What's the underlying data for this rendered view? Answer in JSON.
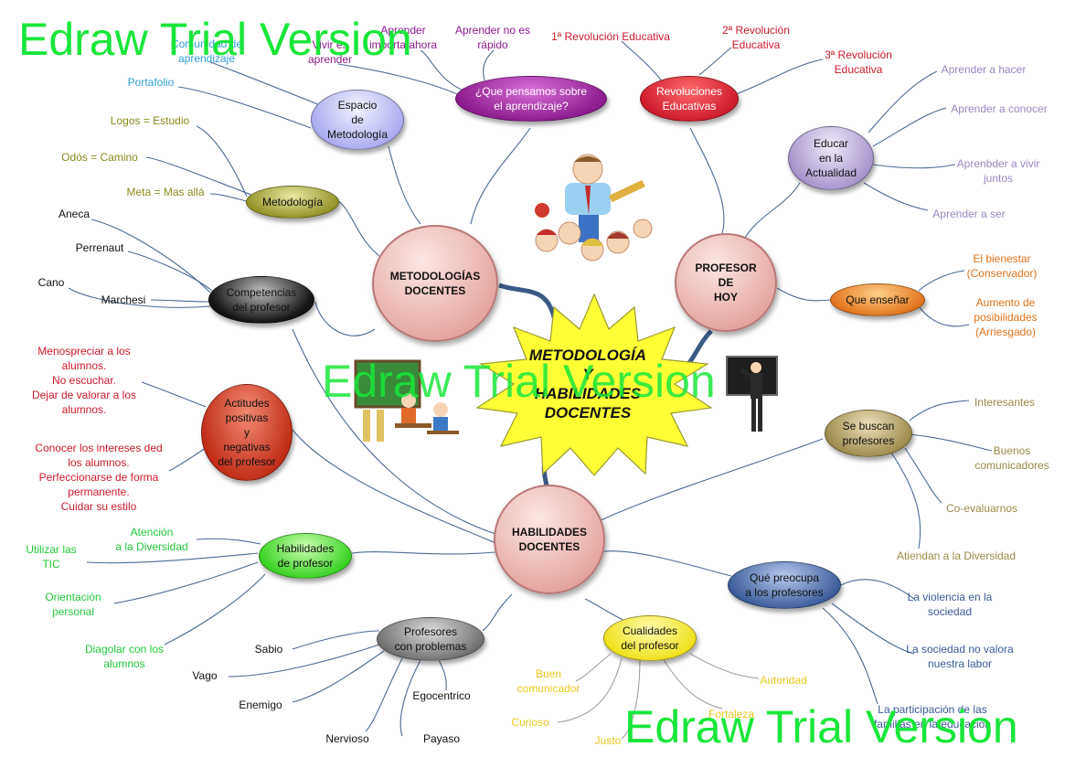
{
  "watermark": "Edraw Trial Version",
  "center": {
    "text": "METODOLOGÍA\nY\nHABILIDADES\nDOCENTES"
  },
  "hubs": {
    "metodologias": "METODOLOGÍAS\nDOCENTES",
    "profesor_hoy": "PROFESOR\nDE\nHOY",
    "habilidades": "HABILIDADES\nDOCENTES"
  },
  "branches": {
    "aprendizaje": "¿Que pensamos sobre\nel aprendizaje?",
    "revoluciones": "Revoluciones\nEducativas",
    "espacio": "Espacio\nde\nMetodología",
    "metodologia": "Metodología",
    "competencias": "Competencias\ndel profesor",
    "actitudes": "Actitudes\npositivas\ny\nnegativas\ndel profesor",
    "habilidades_prof": "Habilidades\nde profesor",
    "problemas": "Profesores\ncon problemas",
    "cualidades": "Cualidades\ndel profesor",
    "preocupa": "Qué preocupa\na los profesores",
    "buscan": "Se buscan\nprofesores",
    "ensenar": "Que enseñar",
    "educar": "Educar\nen la\nActualidad"
  },
  "leaves": {
    "aprendizaje": [
      "Aprender\nimporta ahora",
      "Aprender no es\nrápido",
      "Vivir es\naprender"
    ],
    "revoluciones": [
      "1ª Revolución Educativa",
      "2ª Revolución\nEducativa",
      "3ª Revolución\nEducativa"
    ],
    "espacio": [
      "Comunidad de\naprendizaje",
      "Portafolio"
    ],
    "metodologia": [
      "Logos = Estudio",
      "Odós = Camino",
      "Meta = Mas allá"
    ],
    "competencias": [
      "Aneca",
      "Perrenaut",
      "Cano",
      "Marchesi"
    ],
    "actitudes": [
      "Menospreciar a los\nalumnos.\nNo escuchar.\nDejar de valorar a los\nalumnos.",
      "Conocer los intereses ded\nlos alumnos.\nPerfeccionarse de forma\npermanente.\nCuidar su estilo"
    ],
    "habilidades_prof": [
      "Atención\na la Diversidad",
      "Utilizar las\nTIC",
      "Orientación\npersonal",
      "Diagolar con los\nalumnos"
    ],
    "problemas": [
      "Sabio",
      "Vago",
      "Enemigo",
      "Egocentrico",
      "Nervioso",
      "Payaso"
    ],
    "cualidades": [
      "Buen\ncomunicador",
      "Autoridad",
      "Curioso",
      "Justo",
      "Fortaleza"
    ],
    "preocupa": [
      "La violencia en la\nsociedad",
      "La sociedad no valora\nnuestra labor",
      "La participación de las\nfamilias en la educación"
    ],
    "buscan": [
      "Interesantes",
      "Buenos\ncomunicadores",
      "Co-evaluarnos",
      "Atiendan a la Diversidad"
    ],
    "ensenar": [
      "El bienestar\n(Conservador)",
      "Aumento de\nposibilidades\n(Arriesgado)"
    ],
    "educar": [
      "Aprender a hacer",
      "Aprender a conocer",
      "Aprenbder a vivir\njuntos",
      "Aprender a ser"
    ]
  },
  "colors": {
    "purple": "#8a1a8c",
    "red": "#cc1a2a",
    "blue_leaf": "#2e9fd5",
    "olive": "#8a8a1e",
    "lavender": "#9b86c1",
    "orange": "#e0721a",
    "tan": "#9a8a4a",
    "green": "#22c93a",
    "navy": "#3a5a9a",
    "yellow": "#e8c91a",
    "connector": "#3b5c8a"
  }
}
